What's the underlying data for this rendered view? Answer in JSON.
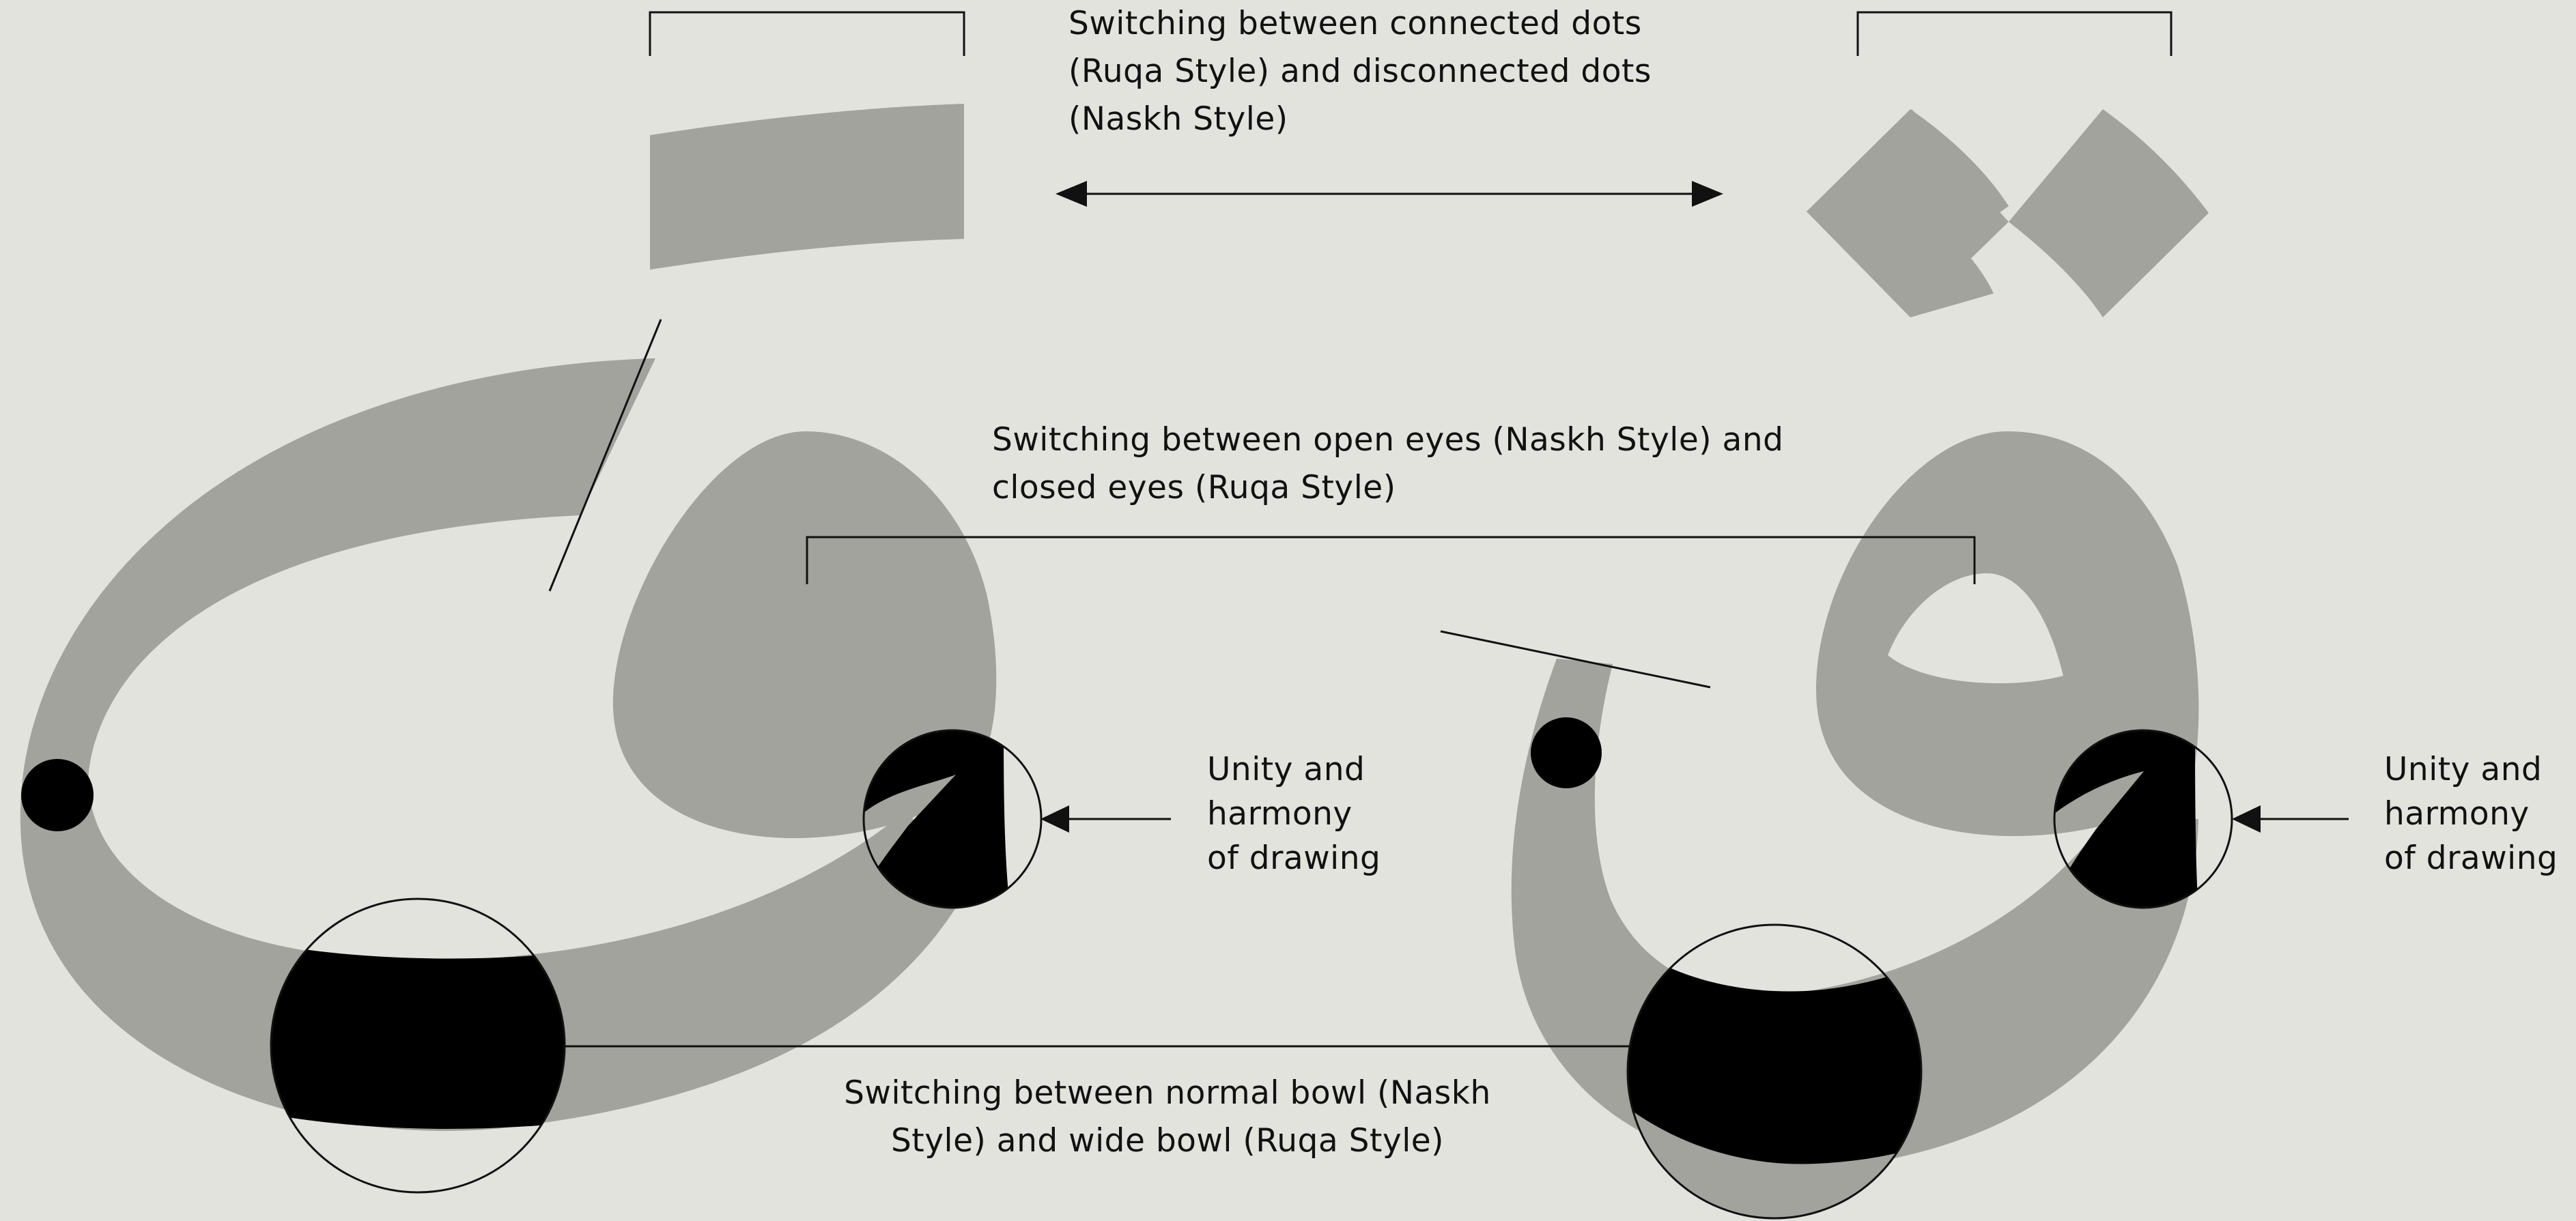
{
  "colors": {
    "background": "#e3e3dd",
    "glyph_fill": "#a3a39e",
    "highlight": "#000000",
    "stroke": "#111111"
  },
  "annotations": {
    "dots": [
      "Switching between connected dots",
      "(Ruqa Style) and disconnected dots",
      "(Naskh Style)"
    ],
    "eyes": [
      "Switching between open eyes (Naskh Style) and",
      "closed eyes (Ruqa Style)"
    ],
    "unity_left": [
      "Unity and",
      "harmony",
      "of drawing"
    ],
    "unity_right": [
      "Unity and",
      "harmony",
      "of drawing"
    ],
    "bowl": [
      "Switching between normal bowl (Naskh",
      "Style) and wide bowl (Ruqa Style)"
    ]
  }
}
